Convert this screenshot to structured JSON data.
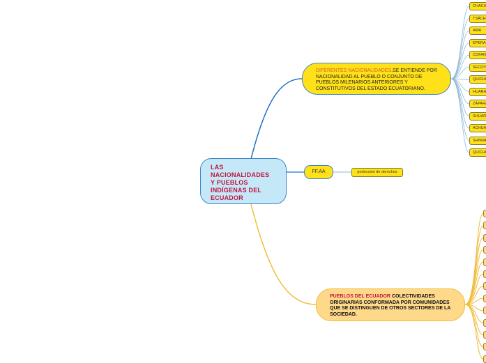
{
  "central": {
    "lines": [
      "LAS",
      "NACIONALIDADES",
      "Y PUEBLOS",
      "INDÍGENAS DEL",
      "ECUADOR"
    ]
  },
  "nacionalidades": {
    "highlight": "DIFERENTES NACIONALIDADES",
    "text": ".SE ENTIENDE POR NACIONALIDAD AL PUEBLO O CONJUNTO DE PUEBLOS MILENARIOS ANTERIORES Y CONSTITUTIVOS DEL ESTADO ECUATORIANO.",
    "items": [
      "CHACHI",
      "TSÁCHILA",
      "AWA",
      "EPERA",
      "COFAN",
      "SECOYA",
      "QUICHUA",
      "HUARANI",
      "ZÁPARA",
      "SHUAR",
      "ACHUAR",
      "SHIWIAR",
      "QUICHUA"
    ]
  },
  "ffaa": {
    "label": "FF.AA",
    "child": "proteccion de derechos"
  },
  "pueblos": {
    "highlight": "PUEBLOS DEL ECUADOR",
    "text": " COLECTIVIDADES ORIGINARIAS CONFORMADA POR COMUNIDADES QUE SE DISTINGUEN DE OTROS SECTORES DE LA SOCIEDAD.",
    "item_count": 13
  },
  "colors": {
    "blue_branch": "#3b87c8",
    "yellow_branch": "#f1bd3b",
    "central_fill": "#c5e8f8",
    "node_yellow": "#ffe11a",
    "node_orange": "#ffd98a",
    "title_red": "#c0163f"
  }
}
